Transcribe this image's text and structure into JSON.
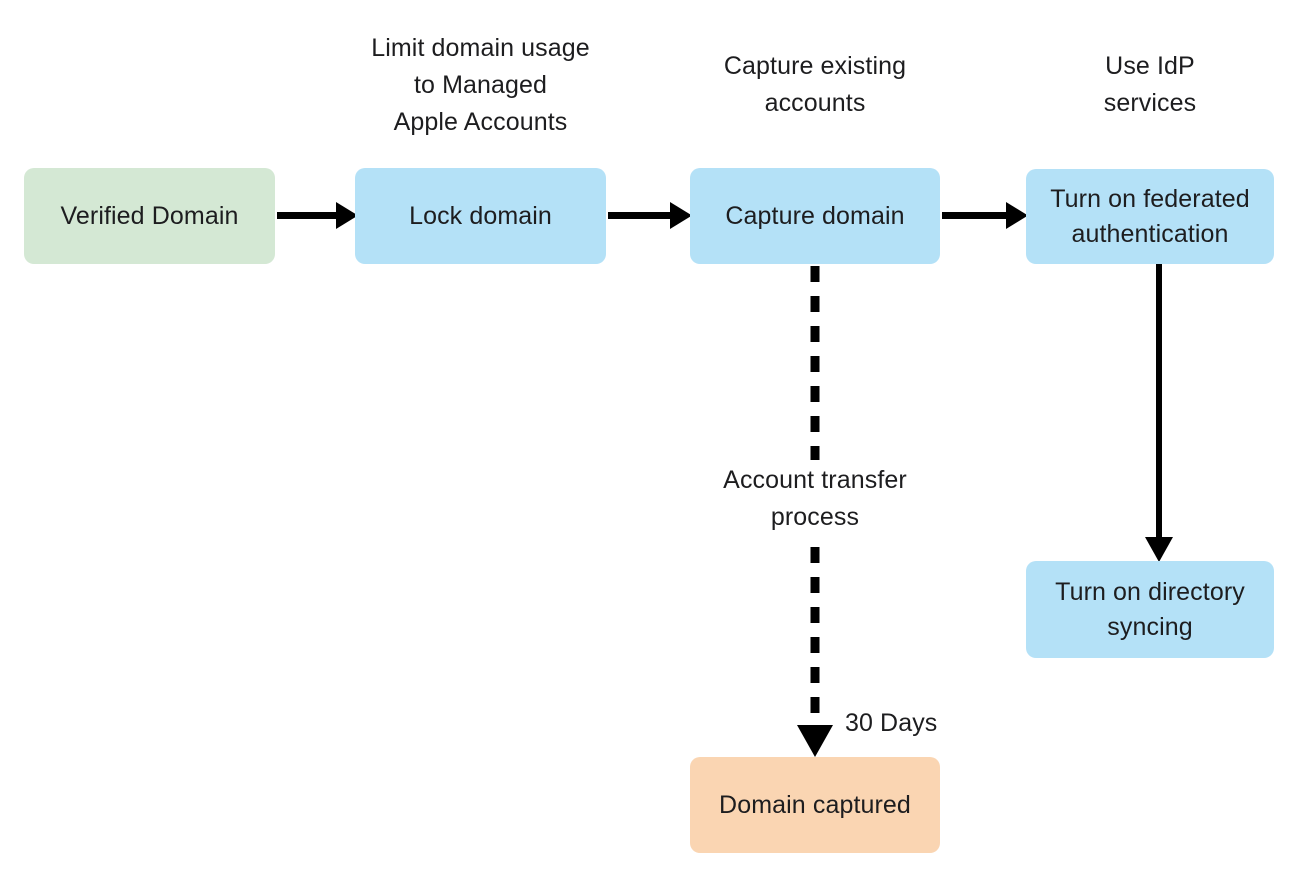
{
  "diagram": {
    "title": "Managed Apple Account domain capture and federation flow",
    "background": "#ffffff",
    "text_color": "#1d1d1f",
    "stroke_color": "#000000",
    "palette": {
      "green": "#d4e8d4",
      "blue": "#b4e1f7",
      "orange": "#fad5b2"
    }
  },
  "captions": [
    {
      "id": "caption-lock-domain",
      "text": "Limit domain usage\nto Managed\nApple Accounts"
    },
    {
      "id": "caption-capture-domain",
      "text": "Capture existing\naccounts"
    },
    {
      "id": "caption-federated-auth",
      "text": "Use IdP\nservices"
    }
  ],
  "nodes": [
    {
      "id": "node-verified-domain",
      "label": "Verified Domain",
      "color": "#d4e8d4"
    },
    {
      "id": "node-lock-domain",
      "label": "Lock domain",
      "color": "#b4e1f7"
    },
    {
      "id": "node-capture-domain",
      "label": "Capture domain",
      "color": "#b4e1f7"
    },
    {
      "id": "node-federated-auth",
      "label": "Turn on federated\nauthentication",
      "color": "#b4e1f7"
    },
    {
      "id": "node-directory-syncing",
      "label": "Turn on directory\nsyncing",
      "color": "#b4e1f7"
    },
    {
      "id": "node-domain-captured",
      "label": "Domain captured",
      "color": "#fad5b2"
    }
  ],
  "edge_labels": [
    {
      "id": "edge-label-account-transfer",
      "text": "Account transfer\nprocess"
    },
    {
      "id": "edge-label-30-days",
      "text": "30 Days"
    }
  ],
  "edges": [
    {
      "id": "edge-verified-to-lock",
      "from": "node-verified-domain",
      "to": "node-lock-domain",
      "style": "solid",
      "direction": "right"
    },
    {
      "id": "edge-lock-to-capture",
      "from": "node-lock-domain",
      "to": "node-capture-domain",
      "style": "solid",
      "direction": "right"
    },
    {
      "id": "edge-capture-to-federated",
      "from": "node-capture-domain",
      "to": "node-federated-auth",
      "style": "solid",
      "direction": "right"
    },
    {
      "id": "edge-federated-to-syncing",
      "from": "node-federated-auth",
      "to": "node-directory-syncing",
      "style": "solid",
      "direction": "down"
    },
    {
      "id": "edge-capture-to-domain-captured",
      "from": "node-capture-domain",
      "to": "node-domain-captured",
      "style": "dashed",
      "direction": "down",
      "label": "Account transfer process",
      "duration_label": "30 Days"
    }
  ]
}
